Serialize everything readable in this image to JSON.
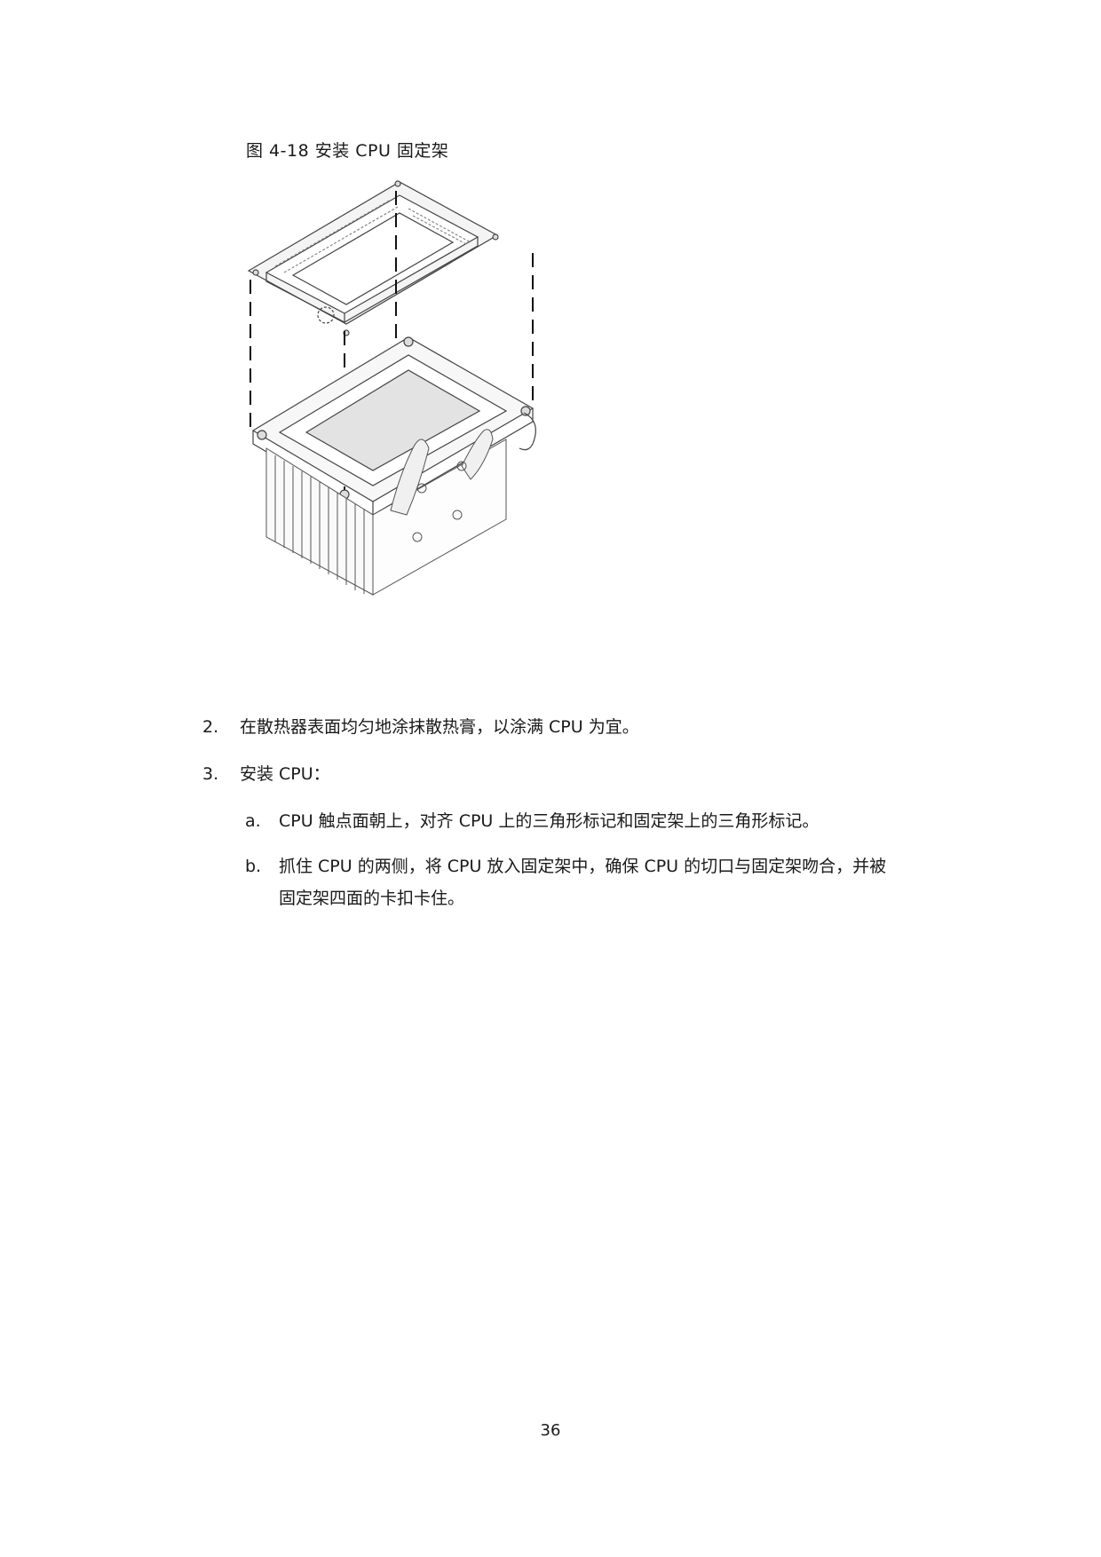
{
  "figure": {
    "caption": "图 4-18  安装 CPU 固定架",
    "illustration_icon": "cpu-bracket-heatsink-illustration"
  },
  "steps": [
    {
      "number": "2.",
      "text": "在散热器表面均匀地涂抹散热膏，以涂满 CPU 为宜。"
    },
    {
      "number": "3.",
      "text": "安装 CPU："
    }
  ],
  "substeps": [
    {
      "letter": "a.",
      "text": "CPU 触点面朝上，对齐 CPU 上的三角形标记和固定架上的三角形标记。"
    },
    {
      "letter": "b.",
      "line1": "抓住 CPU 的两侧，将 CPU 放入固定架中，确保 CPU 的切口与固定架吻合，并被",
      "line2": "固定架四面的卡扣卡住。"
    }
  ],
  "page_number": "36"
}
